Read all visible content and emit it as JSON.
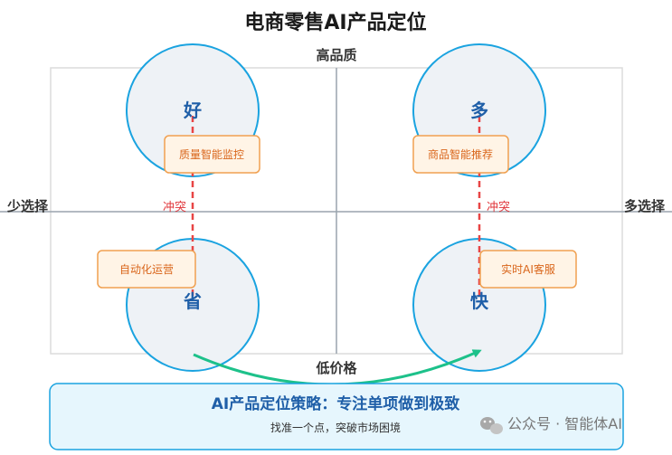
{
  "title": "电商零售AI产品定位",
  "axes": {
    "top": "高品质",
    "bottom": "低价格",
    "left": "少选择",
    "right": "多选择"
  },
  "circles": {
    "top_left": "好",
    "top_right": "多",
    "bottom_left": "省",
    "bottom_right": "快"
  },
  "boxes": {
    "quality": "质量智能监控",
    "recommend": "商品智能推荐",
    "automation": "自动化运营",
    "service": "实时AI客服"
  },
  "conflicts": {
    "left": "冲突",
    "right": "冲突"
  },
  "strategy": {
    "title": "AI产品定位策略：专注单项做到极致",
    "subtitle": "找准一个点，突破市场困境"
  },
  "watermark": {
    "text": "公众号 · 智能体AI",
    "icon": "wechat-icon"
  },
  "colors": {
    "circle_stroke": "#1aa3e0",
    "circle_fill": "#eef2f6",
    "box_stroke": "#f0a050",
    "box_fill": "#fff4e6",
    "conflict_line": "#e84545",
    "arrow": "#1dc18a",
    "strategy_stroke": "#1aa3e0",
    "strategy_fill": "#e6f6fd"
  }
}
